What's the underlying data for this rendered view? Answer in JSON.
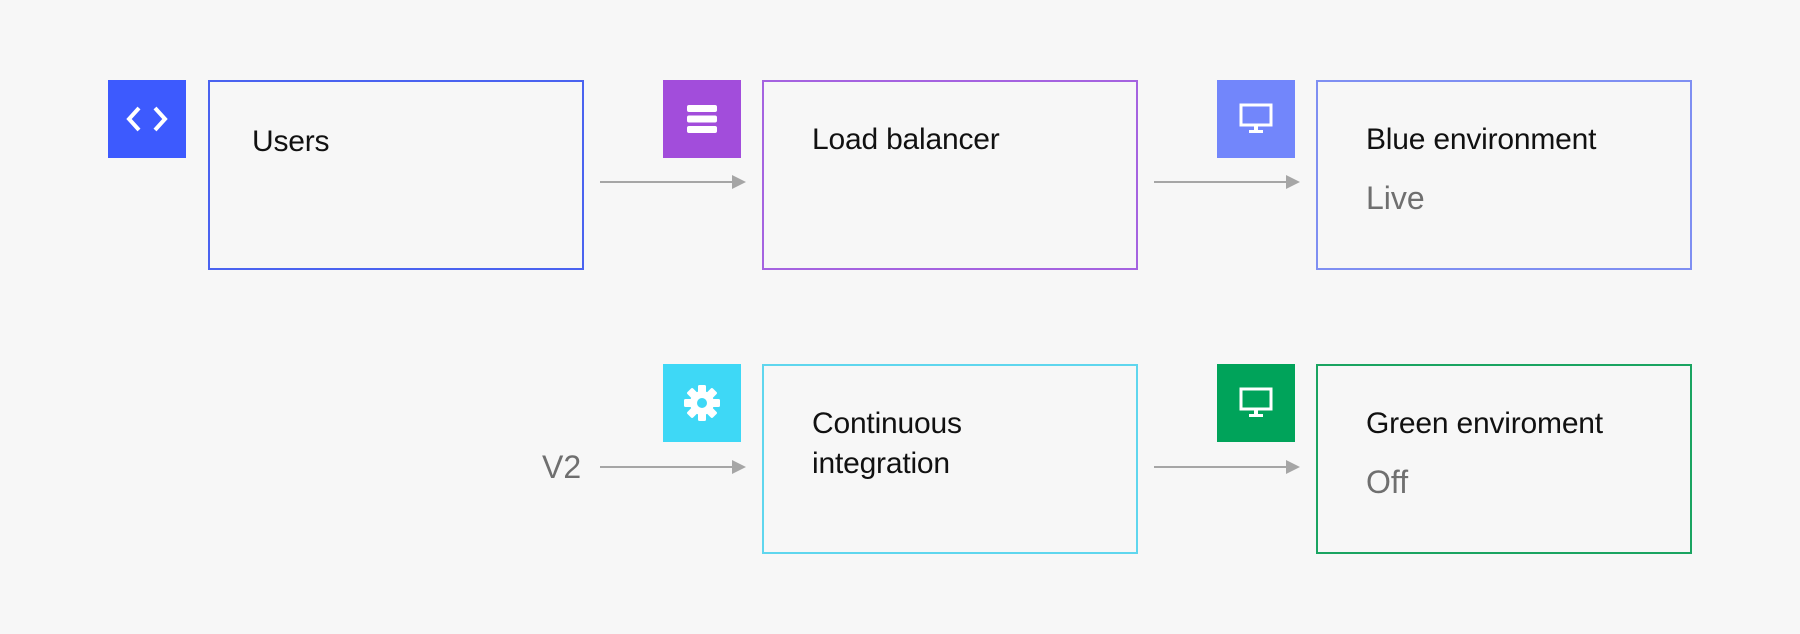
{
  "nodes": {
    "users": {
      "title": "Users",
      "border_color": "#4a63f0",
      "icon": "code-icon",
      "icon_color": "#3d5afe"
    },
    "load_balancer": {
      "title": "Load balancer",
      "border_color": "#a563e0",
      "icon": "server-stack-icon",
      "icon_color": "#a24ddb"
    },
    "blue_env": {
      "title": "Blue environment",
      "status": "Live",
      "border_color": "#7f8ff2",
      "icon": "monitor-icon",
      "icon_color": "#7286fb"
    },
    "ci": {
      "title": "Continuous integration",
      "border_color": "#5fd6ee",
      "icon": "gear-icon",
      "icon_color": "#3ed8f6"
    },
    "green_env": {
      "title": "Green enviroment",
      "status": "Off",
      "border_color": "#1aa461",
      "icon": "monitor-icon",
      "icon_color": "#00a35a"
    }
  },
  "edges": [
    {
      "from": "users",
      "to": "load_balancer"
    },
    {
      "from": "load_balancer",
      "to": "blue_env"
    },
    {
      "from": "",
      "to": "ci",
      "label": "V2"
    },
    {
      "from": "ci",
      "to": "green_env"
    }
  ],
  "colors": {
    "background": "#f7f7f7",
    "arrow": "#a6a6a6",
    "status_text": "#6f6f6f"
  }
}
